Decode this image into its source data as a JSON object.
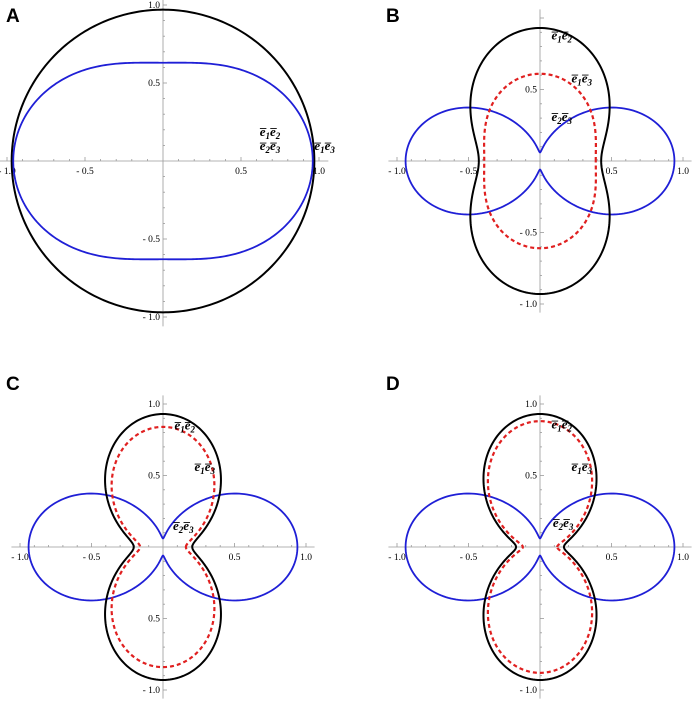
{
  "chart_data": [
    {
      "type": "line",
      "panel": "A",
      "xlim": [
        -1.0,
        1.0
      ],
      "ylim": [
        -1.0,
        1.0
      ],
      "x_ticks": [
        "- 1.0",
        "- 0.5",
        "0.5",
        "1.0"
      ],
      "y_ticks": [
        "1.0",
        "0.5",
        "- 0.5",
        "- 1.0"
      ],
      "grid": false,
      "series": [
        {
          "name": "ē1ē3",
          "color": "#000000",
          "style": "solid",
          "polar": {
            "model": "k",
            "a": 0.97,
            "b": 0.0
          }
        },
        {
          "name": "ē1ē2 / ē2ē3",
          "color": "#1f1fd6",
          "style": "solid",
          "polar": {
            "model": "k",
            "a": 0.795,
            "b": 0.165
          }
        }
      ],
      "labels": [
        {
          "text": "ē1ē2",
          "x": 0.62,
          "y": 0.16
        },
        {
          "text": "ē2ē3",
          "x": 0.62,
          "y": 0.07
        },
        {
          "text": "ē1ē3",
          "x": 0.97,
          "y": 0.07
        }
      ]
    },
    {
      "type": "line",
      "panel": "B",
      "xlim": [
        -1.0,
        1.0
      ],
      "ylim": [
        -1.0,
        1.0
      ],
      "x_ticks": [
        "- 1.0",
        "- 0.5",
        "0.5",
        "1.0"
      ],
      "y_ticks": [
        "0.5",
        "- 0.5",
        "- 1.0"
      ],
      "grid": false,
      "series": [
        {
          "name": "ē1ē2",
          "color": "#1f1fd6",
          "style": "solid",
          "polar": {
            "model": "k",
            "a": 0.5,
            "b": 0.44
          }
        },
        {
          "name": "ē1ē3",
          "color": "#000000",
          "style": "solid",
          "polar": {
            "model": "s",
            "a": 0.93,
            "b": 0.54
          }
        },
        {
          "name": "ē2ē3",
          "color": "#e02020",
          "style": "dashed",
          "polar": {
            "model": "k",
            "a": 0.5,
            "b": -0.11
          }
        }
      ],
      "labels": [
        {
          "text": "ē1ē2",
          "x": 0.08,
          "y": 0.85
        },
        {
          "text": "ē1ē3",
          "x": 0.22,
          "y": 0.55
        },
        {
          "text": "ē2ē3",
          "x": 0.08,
          "y": 0.28
        }
      ]
    },
    {
      "type": "line",
      "panel": "C",
      "xlim": [
        -1.0,
        1.0
      ],
      "ylim": [
        -1.0,
        1.0
      ],
      "x_ticks": [
        "- 1.0",
        "- 0.5",
        "0.5",
        "1.0"
      ],
      "y_ticks": [
        "1.0",
        "0.5",
        "0.5",
        "- 1.0"
      ],
      "grid": false,
      "series": [
        {
          "name": "ē1ē2",
          "color": "#1f1fd6",
          "style": "solid",
          "polar": {
            "model": "k",
            "a": 0.5,
            "b": 0.44
          }
        },
        {
          "name": "ē1ē3",
          "color": "#000000",
          "style": "solid",
          "polar": {
            "model": "s",
            "a": 0.93,
            "b": 0.78
          }
        },
        {
          "name": "ē2ē3",
          "color": "#e02020",
          "style": "dashed",
          "polar": {
            "model": "k",
            "a": 0.5,
            "b": -0.34
          }
        }
      ],
      "labels": [
        {
          "text": "ē1ē2",
          "x": 0.08,
          "y": 0.82
        },
        {
          "text": "ē1ē3",
          "x": 0.22,
          "y": 0.53
        },
        {
          "text": "ē2ē3",
          "x": 0.07,
          "y": 0.12
        }
      ]
    },
    {
      "type": "line",
      "panel": "D",
      "xlim": [
        -1.0,
        1.0
      ],
      "ylim": [
        -1.0,
        1.0
      ],
      "x_ticks": [
        "- 1.0",
        "- 0.5",
        "0.5",
        "1.0"
      ],
      "y_ticks": [
        "1.0",
        "0.5",
        "- 1.0"
      ],
      "grid": false,
      "series": [
        {
          "name": "ē1ē2",
          "color": "#1f1fd6",
          "style": "solid",
          "polar": {
            "model": "k",
            "a": 0.5,
            "b": 0.44
          }
        },
        {
          "name": "ē1ē3",
          "color": "#000000",
          "style": "solid",
          "polar": {
            "model": "s",
            "a": 0.93,
            "b": 0.82
          }
        },
        {
          "name": "ē2ē3",
          "color": "#e02020",
          "style": "dashed",
          "polar": {
            "model": "k",
            "a": 0.5,
            "b": -0.38
          }
        }
      ],
      "labels": [
        {
          "text": "ē1ē2",
          "x": 0.08,
          "y": 0.83
        },
        {
          "text": "ē1ē3",
          "x": 0.22,
          "y": 0.53
        },
        {
          "text": "ē2ē3",
          "x": 0.09,
          "y": 0.14
        }
      ]
    }
  ]
}
